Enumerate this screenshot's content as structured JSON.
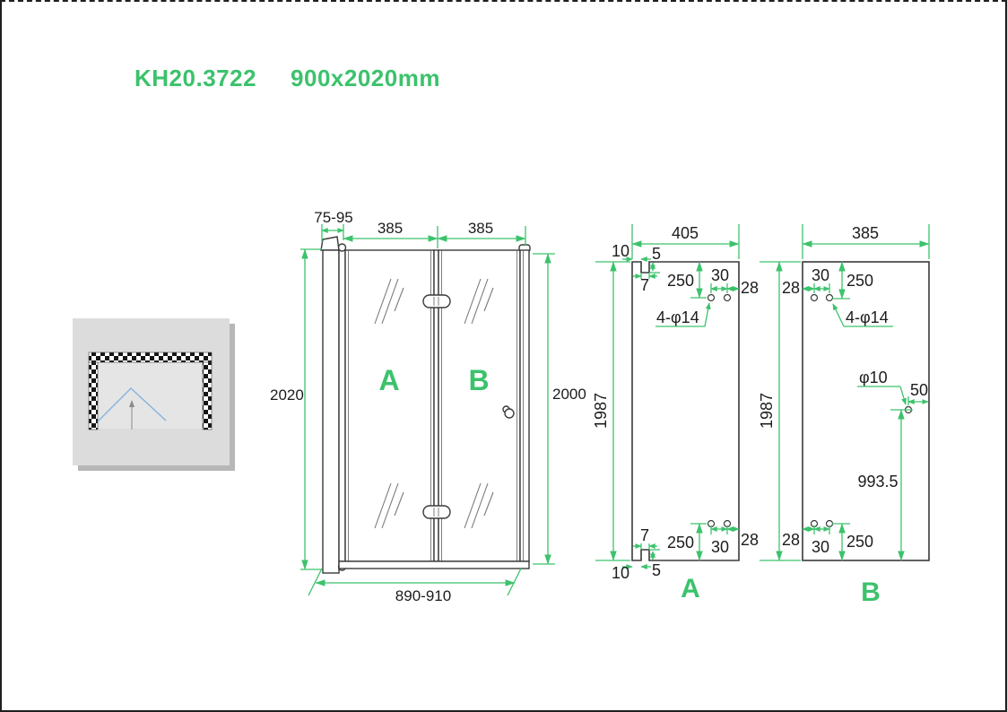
{
  "title": {
    "model": "KH20.3722",
    "dimensions": "900x2020mm"
  },
  "colors": {
    "accent_green": "#3cc26c",
    "line_dark": "#3a3a3a",
    "swing_path_blue": "#85b4e0"
  },
  "front_view": {
    "wall_profile_range": "75-95",
    "panel_a_width": "385",
    "panel_b_width": "385",
    "outer_height": "2020",
    "door_height": "2000",
    "total_width_range": "890-910",
    "panel_a_label": "A",
    "panel_b_label": "B"
  },
  "detail_a": {
    "label": "A",
    "glass_width": "405",
    "glass_height": "1987",
    "notch_inset": "10",
    "notch_depth": "5",
    "notch_width": "7",
    "hole_offset": "250",
    "hole_spacing": "30",
    "hole_edge_distance": "28",
    "hinge_holes": "4-φ14"
  },
  "detail_b": {
    "label": "B",
    "glass_width": "385",
    "glass_height": "1987",
    "hole_offset": "250",
    "hole_spacing": "30",
    "hole_edge_distance": "28",
    "hinge_holes": "4-φ14",
    "handle_hole_diameter": "φ10",
    "handle_edge_distance": "50",
    "handle_height": "993.5"
  }
}
